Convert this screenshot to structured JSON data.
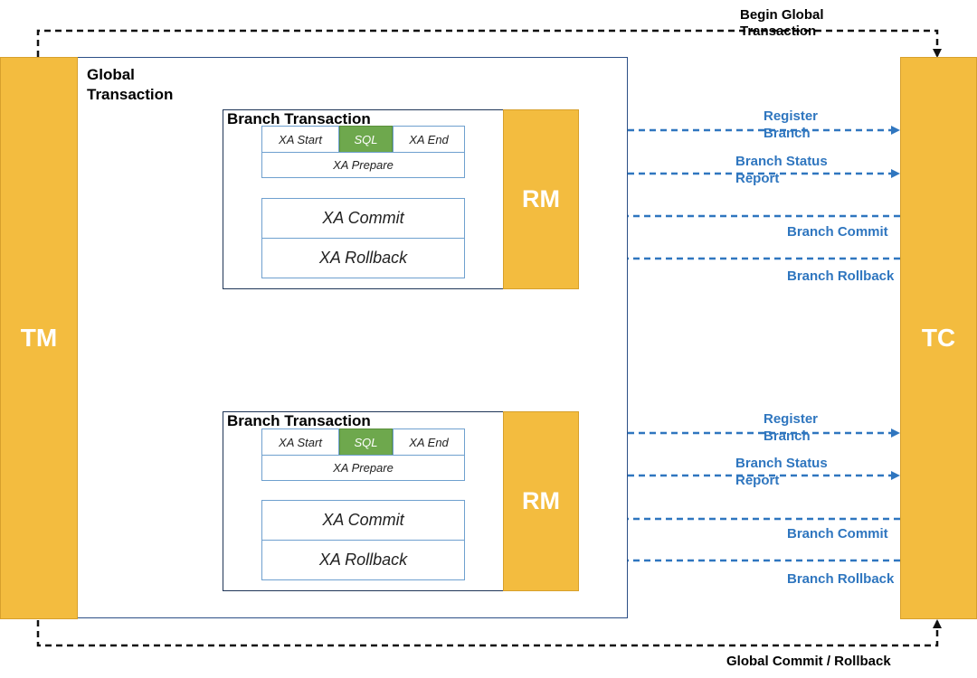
{
  "actors": {
    "tm": "TM",
    "tc": "TC",
    "rm_top": "RM",
    "rm_bottom": "RM"
  },
  "global_frame": {
    "label": "Global\nTransaction"
  },
  "branches": [
    {
      "label": "Branch Transaction",
      "xa_start": "XA Start",
      "sql": "SQL",
      "xa_end": "XA End",
      "xa_prepare": "XA Prepare",
      "xa_commit": "XA Commit",
      "xa_rollback": "XA Rollback"
    },
    {
      "label": "Branch Transaction",
      "xa_start": "XA Start",
      "sql": "SQL",
      "xa_end": "XA End",
      "xa_prepare": "XA Prepare",
      "xa_commit": "XA Commit",
      "xa_rollback": "XA Rollback"
    }
  ],
  "messages": [
    {
      "register": "Register\nBranch",
      "status_report": "Branch Status\nReport",
      "commit": "Branch Commit",
      "rollback": "Branch Rollback"
    },
    {
      "register": "Register\nBranch",
      "status_report": "Branch Status\nReport",
      "commit": "Branch Commit",
      "rollback": "Branch Rollback"
    }
  ],
  "global_flows": {
    "begin": "Begin Global\nTransaction",
    "end": "Global Commit / Rollback"
  },
  "colors": {
    "actor_fill": "#f3bc3f",
    "sql_fill": "#6ea84d",
    "message_blue": "#2f76bf"
  }
}
